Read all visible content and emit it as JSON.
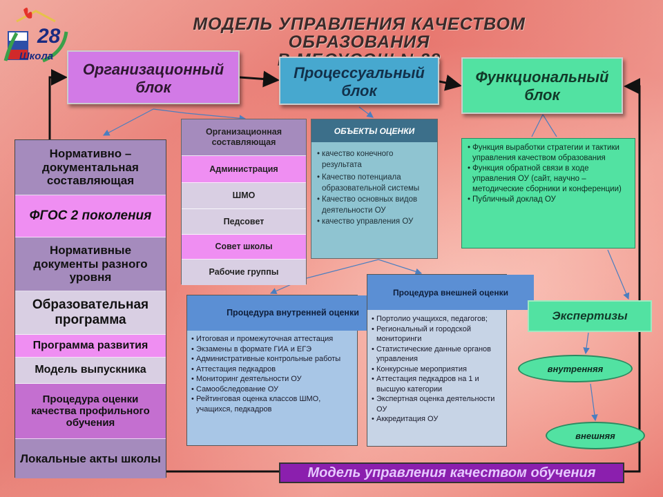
{
  "title": {
    "line1": "МОДЕЛЬ УПРАВЛЕНИЯ КАЧЕСТВОМ ОБРАЗОВАНИЯ",
    "line2": "В МБОУСОШ №28"
  },
  "logo": {
    "number": "28",
    "word": "Школа"
  },
  "blocks": {
    "organizational": "Организационный блок",
    "process": "Процессуальный блок",
    "functional": "Функциональный блок"
  },
  "left_column": [
    {
      "text": "Нормативно – документальная составляющая",
      "color": "#a58bbd"
    },
    {
      "text": "ФГОС 2 поколения",
      "color": "#ef8ef2"
    },
    {
      "text": "Нормативные документы разного уровня",
      "color": "#a58bbd"
    },
    {
      "text": "Образовательная программа",
      "color": "#d9cfe3"
    },
    {
      "text": "Программа развития",
      "color": "#ef8ef2"
    },
    {
      "text": "Модель выпускника",
      "color": "#d9cfe3"
    },
    {
      "text": "Процедура оценки качества профильного обучения",
      "color": "#c46fd0"
    },
    {
      "text": "Локальные акты школы",
      "color": "#a58bbd"
    }
  ],
  "org_table": {
    "header": "Организационная составляющая",
    "rows": [
      "Администрация",
      "ШМО",
      "Педсовет",
      "Совет школы",
      "Рабочие группы"
    ]
  },
  "objects": {
    "header": "ОБЪЕКТЫ ОЦЕНКИ",
    "items": [
      "качество конечного результата",
      "Качество потенциала образовательной системы",
      "Качество основных видов деятельности ОУ",
      "качество управления ОУ"
    ]
  },
  "functional_list": [
    "Функция выработки стратегии и тактики управления качеством образования",
    "Функция обратной связи в ходе управления ОУ (сайт, научно – методические сборники и конференции)",
    "Публичный доклад ОУ"
  ],
  "inner_procedure": {
    "header": "Процедура внутренней оценки",
    "items": [
      "Итоговая и промежуточная аттестация",
      "Экзамены в формате ГИА и ЕГЭ",
      "Административные контрольные работы",
      "Аттестация педкадров",
      "Мониторинг деятельности ОУ",
      "Самообследование ОУ",
      "Рейтинговая оценка классов ШМО, учащихся, педкадров"
    ]
  },
  "outer_procedure": {
    "header": "Процедура внешней оценки",
    "items": [
      "Портолио учащихся, педагогов;",
      "Региональный и городской мониторинги",
      "Статистические данные органов управления",
      "Конкурсные мероприятия",
      "Аттестация педкадров на 1 и высшую категории",
      "Экспертная оценка деятельности ОУ",
      "Аккредитация ОУ"
    ]
  },
  "expertise": {
    "title": "Экспертизы",
    "inner": "внутренняя",
    "outer": "внешняя"
  },
  "bottom_banner": "Модель управления качеством обучения",
  "colors": {
    "org": "#d27ae6",
    "process": "#47a8cf",
    "functional": "#52e2a2",
    "banner": "#8b1fae"
  }
}
